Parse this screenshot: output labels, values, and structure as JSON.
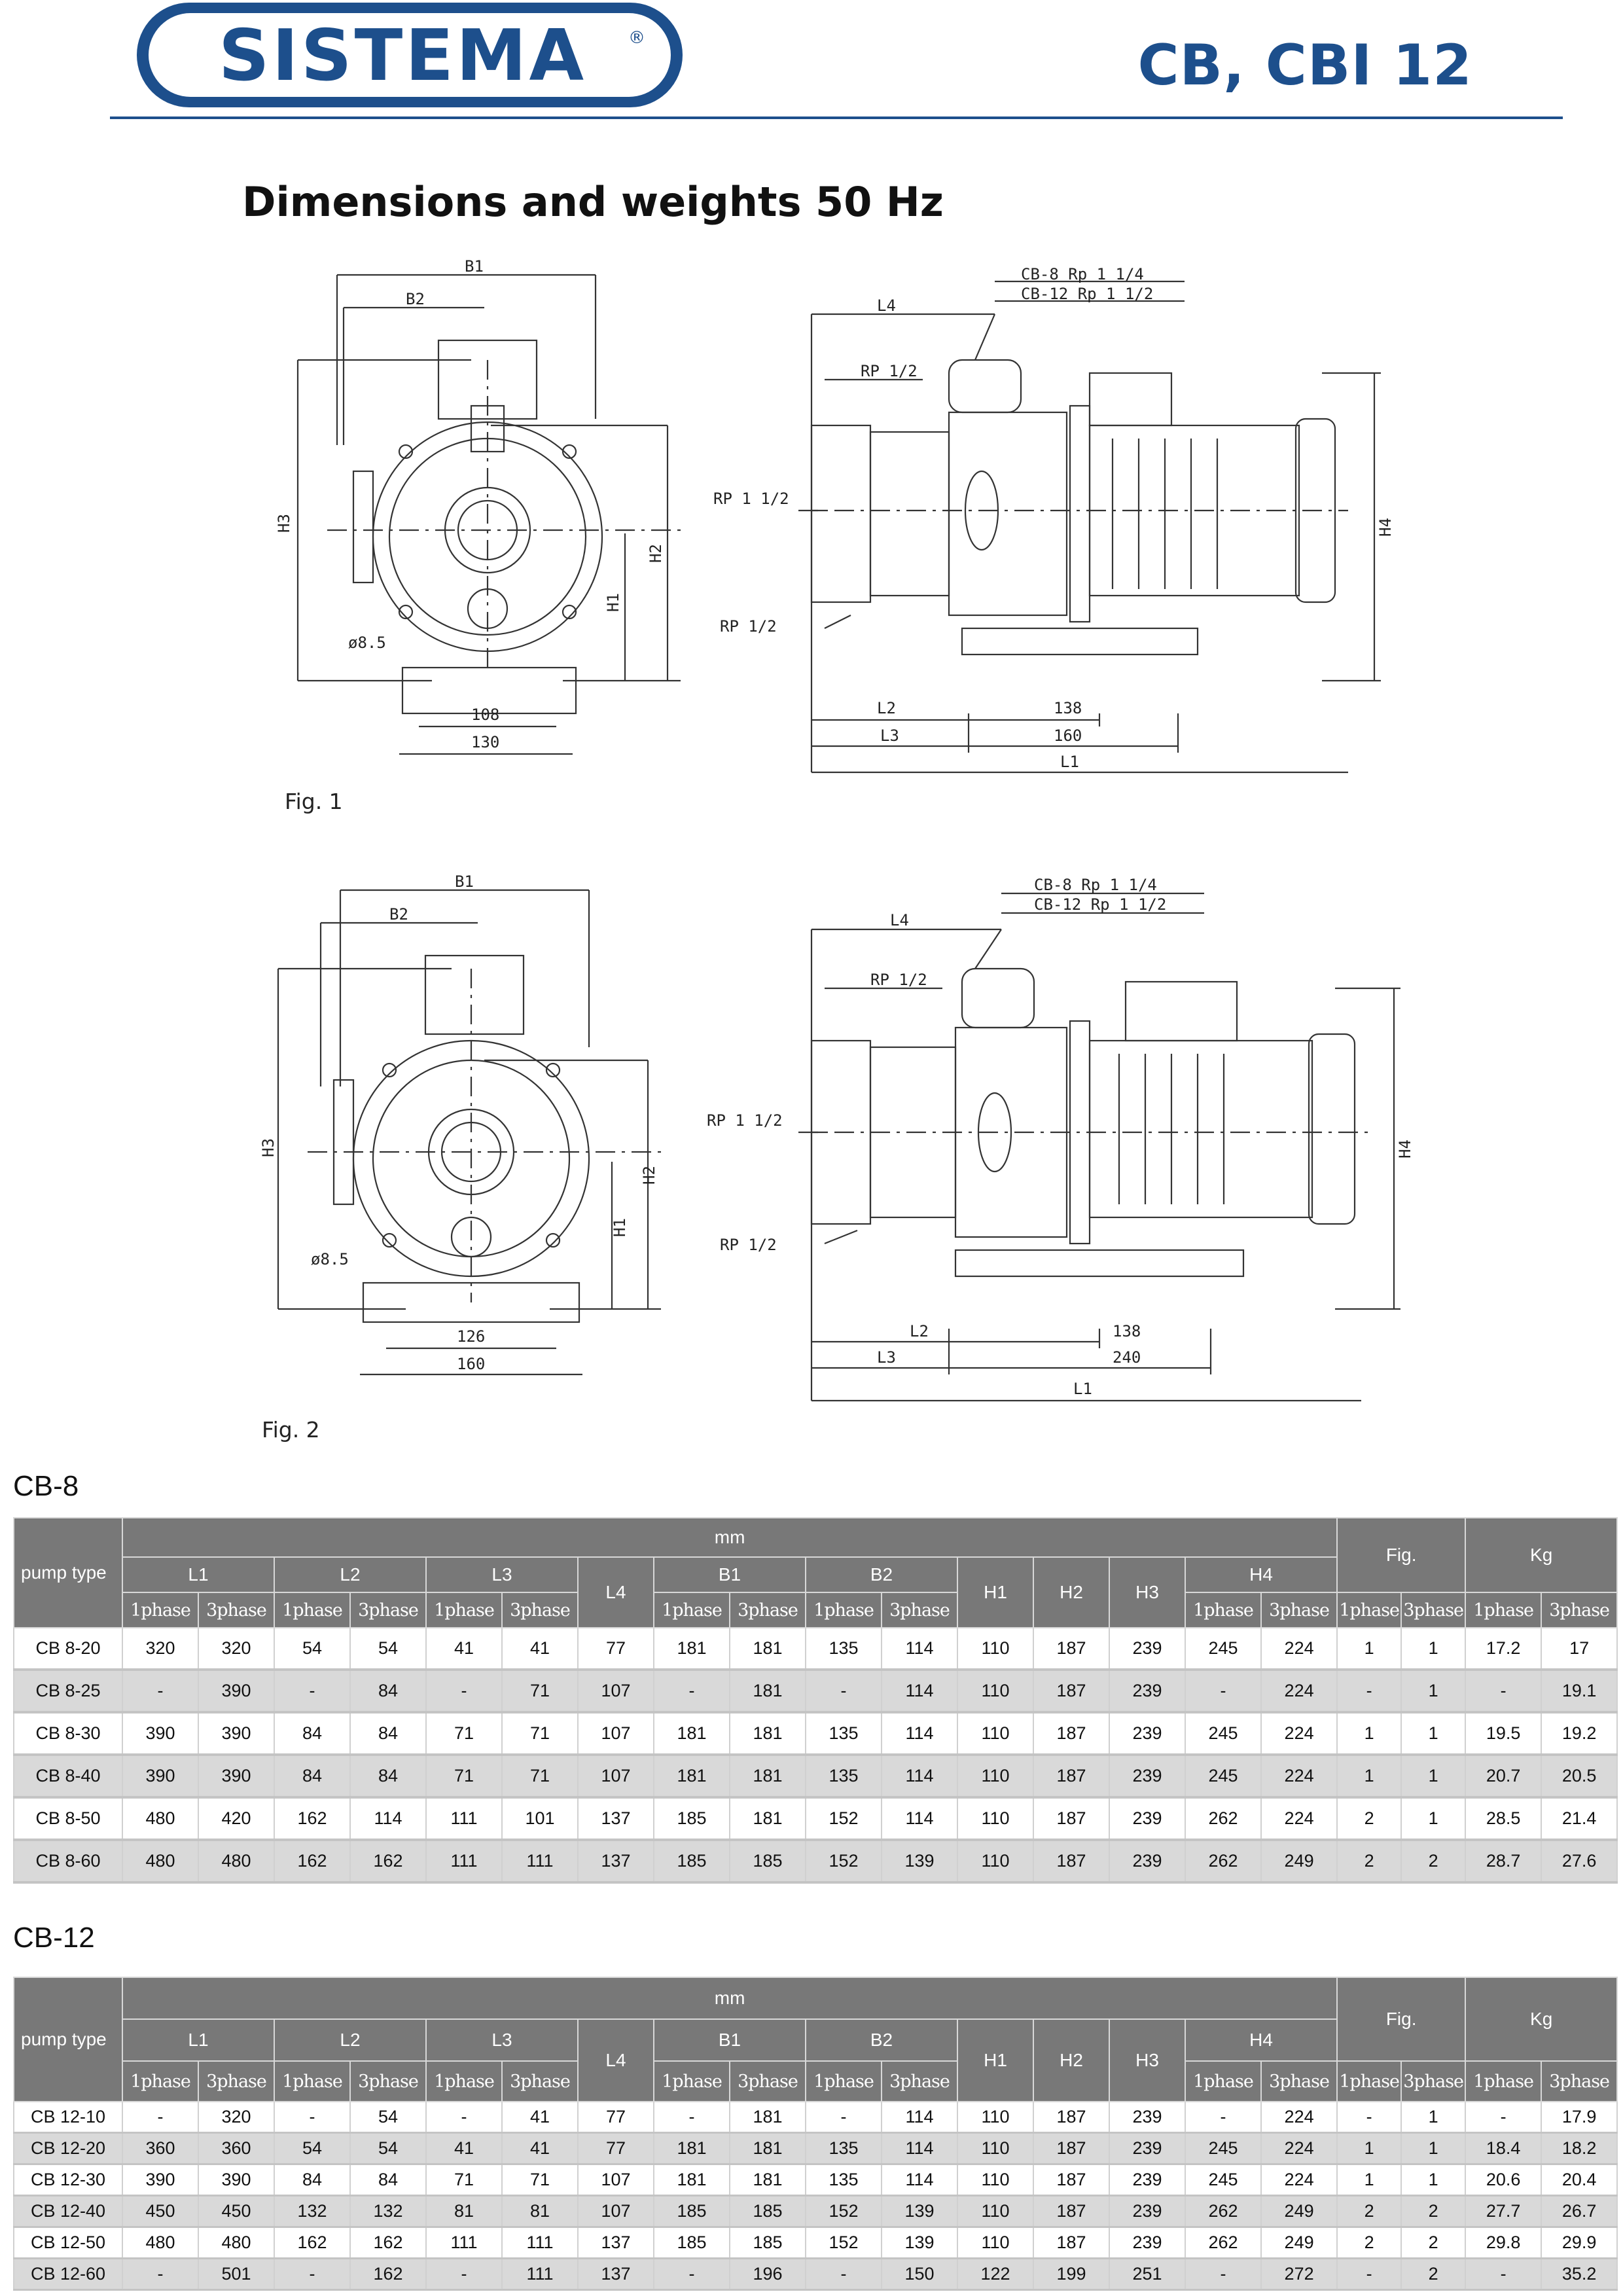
{
  "header": {
    "brand": "SISTEMA",
    "registered_mark": "®",
    "doc_title": "CB, CBI 12",
    "section_title": "Dimensions and weights 50 Hz",
    "brand_color": "#1d4f8c"
  },
  "figures": {
    "fig1": {
      "label": "Fig. 1",
      "front": {
        "b1": "B1",
        "b2": "B2",
        "h1": "H1",
        "h2": "H2",
        "h3": "H3",
        "hole": "ø8.5",
        "base_inner": "108",
        "base_outer": "130"
      },
      "side": {
        "l1": "L1",
        "l2": "L2",
        "l3": "L3",
        "l4": "L4",
        "h4": "H4",
        "conn_cb8": "CB-8  Rp 1 1/4",
        "conn_cb12": "CB-12 Rp 1 1/2",
        "rp_top": "RP 1/2",
        "rp_mid": "RP 1 1/2",
        "rp_bot": "RP 1/2",
        "dim_a": "138",
        "dim_b": "160"
      }
    },
    "fig2": {
      "label": "Fig. 2",
      "front": {
        "b1": "B1",
        "b2": "B2",
        "h1": "H1",
        "h2": "H2",
        "h3": "H3",
        "hole": "ø8.5",
        "base_inner": "126",
        "base_outer": "160"
      },
      "side": {
        "l1": "L1",
        "l2": "L2",
        "l3": "L3",
        "l4": "L4",
        "h4": "H4",
        "conn_cb8": "CB-8  Rp 1 1/4",
        "conn_cb12": "CB-12 Rp 1 1/2",
        "rp_top": "RP 1/2",
        "rp_mid": "RP 1 1/2",
        "rp_bot": "RP 1/2",
        "dim_a": "138",
        "dim_b": "240"
      }
    }
  },
  "table_headers": {
    "pump_type": "pump type",
    "mm": "mm",
    "fig": "Fig.",
    "kg": "Kg",
    "l1": "L1",
    "l2": "L2",
    "l3": "L3",
    "l4": "L4",
    "b1": "B1",
    "b2": "B2",
    "h1": "H1",
    "h2": "H2",
    "h3": "H3",
    "h4": "H4",
    "phase1": "1phase",
    "phase3": "3phase"
  },
  "tables": [
    {
      "title": "CB-8",
      "rows": [
        [
          "CB 8-20",
          "320",
          "320",
          "54",
          "54",
          "41",
          "41",
          "77",
          "181",
          "181",
          "135",
          "114",
          "110",
          "187",
          "239",
          "245",
          "224",
          "1",
          "1",
          "17.2",
          "17"
        ],
        [
          "CB 8-25",
          "-",
          "390",
          "-",
          "84",
          "-",
          "71",
          "107",
          "-",
          "181",
          "-",
          "114",
          "110",
          "187",
          "239",
          "-",
          "224",
          "-",
          "1",
          "-",
          "19.1"
        ],
        [
          "CB 8-30",
          "390",
          "390",
          "84",
          "84",
          "71",
          "71",
          "107",
          "181",
          "181",
          "135",
          "114",
          "110",
          "187",
          "239",
          "245",
          "224",
          "1",
          "1",
          "19.5",
          "19.2"
        ],
        [
          "CB 8-40",
          "390",
          "390",
          "84",
          "84",
          "71",
          "71",
          "107",
          "181",
          "181",
          "135",
          "114",
          "110",
          "187",
          "239",
          "245",
          "224",
          "1",
          "1",
          "20.7",
          "20.5"
        ],
        [
          "CB 8-50",
          "480",
          "420",
          "162",
          "114",
          "111",
          "101",
          "137",
          "185",
          "181",
          "152",
          "114",
          "110",
          "187",
          "239",
          "262",
          "224",
          "2",
          "1",
          "28.5",
          "21.4"
        ],
        [
          "CB 8-60",
          "480",
          "480",
          "162",
          "162",
          "111",
          "111",
          "137",
          "185",
          "185",
          "152",
          "139",
          "110",
          "187",
          "239",
          "262",
          "249",
          "2",
          "2",
          "28.7",
          "27.6"
        ]
      ]
    },
    {
      "title": "CB-12",
      "rows": [
        [
          "CB 12-10",
          "-",
          "320",
          "-",
          "54",
          "-",
          "41",
          "77",
          "-",
          "181",
          "-",
          "114",
          "110",
          "187",
          "239",
          "-",
          "224",
          "-",
          "1",
          "-",
          "17.9"
        ],
        [
          "CB 12-20",
          "360",
          "360",
          "54",
          "54",
          "41",
          "41",
          "77",
          "181",
          "181",
          "135",
          "114",
          "110",
          "187",
          "239",
          "245",
          "224",
          "1",
          "1",
          "18.4",
          "18.2"
        ],
        [
          "CB 12-30",
          "390",
          "390",
          "84",
          "84",
          "71",
          "71",
          "107",
          "181",
          "181",
          "135",
          "114",
          "110",
          "187",
          "239",
          "245",
          "224",
          "1",
          "1",
          "20.6",
          "20.4"
        ],
        [
          "CB 12-40",
          "450",
          "450",
          "132",
          "132",
          "81",
          "81",
          "107",
          "185",
          "185",
          "152",
          "139",
          "110",
          "187",
          "239",
          "262",
          "249",
          "2",
          "2",
          "27.7",
          "26.7"
        ],
        [
          "CB 12-50",
          "480",
          "480",
          "162",
          "162",
          "111",
          "111",
          "137",
          "185",
          "185",
          "152",
          "139",
          "110",
          "187",
          "239",
          "262",
          "249",
          "2",
          "2",
          "29.8",
          "29.9"
        ],
        [
          "CB 12-60",
          "-",
          "501",
          "-",
          "162",
          "-",
          "111",
          "137",
          "-",
          "196",
          "-",
          "150",
          "122",
          "199",
          "251",
          "-",
          "272",
          "-",
          "2",
          "-",
          "35.2"
        ]
      ]
    }
  ]
}
